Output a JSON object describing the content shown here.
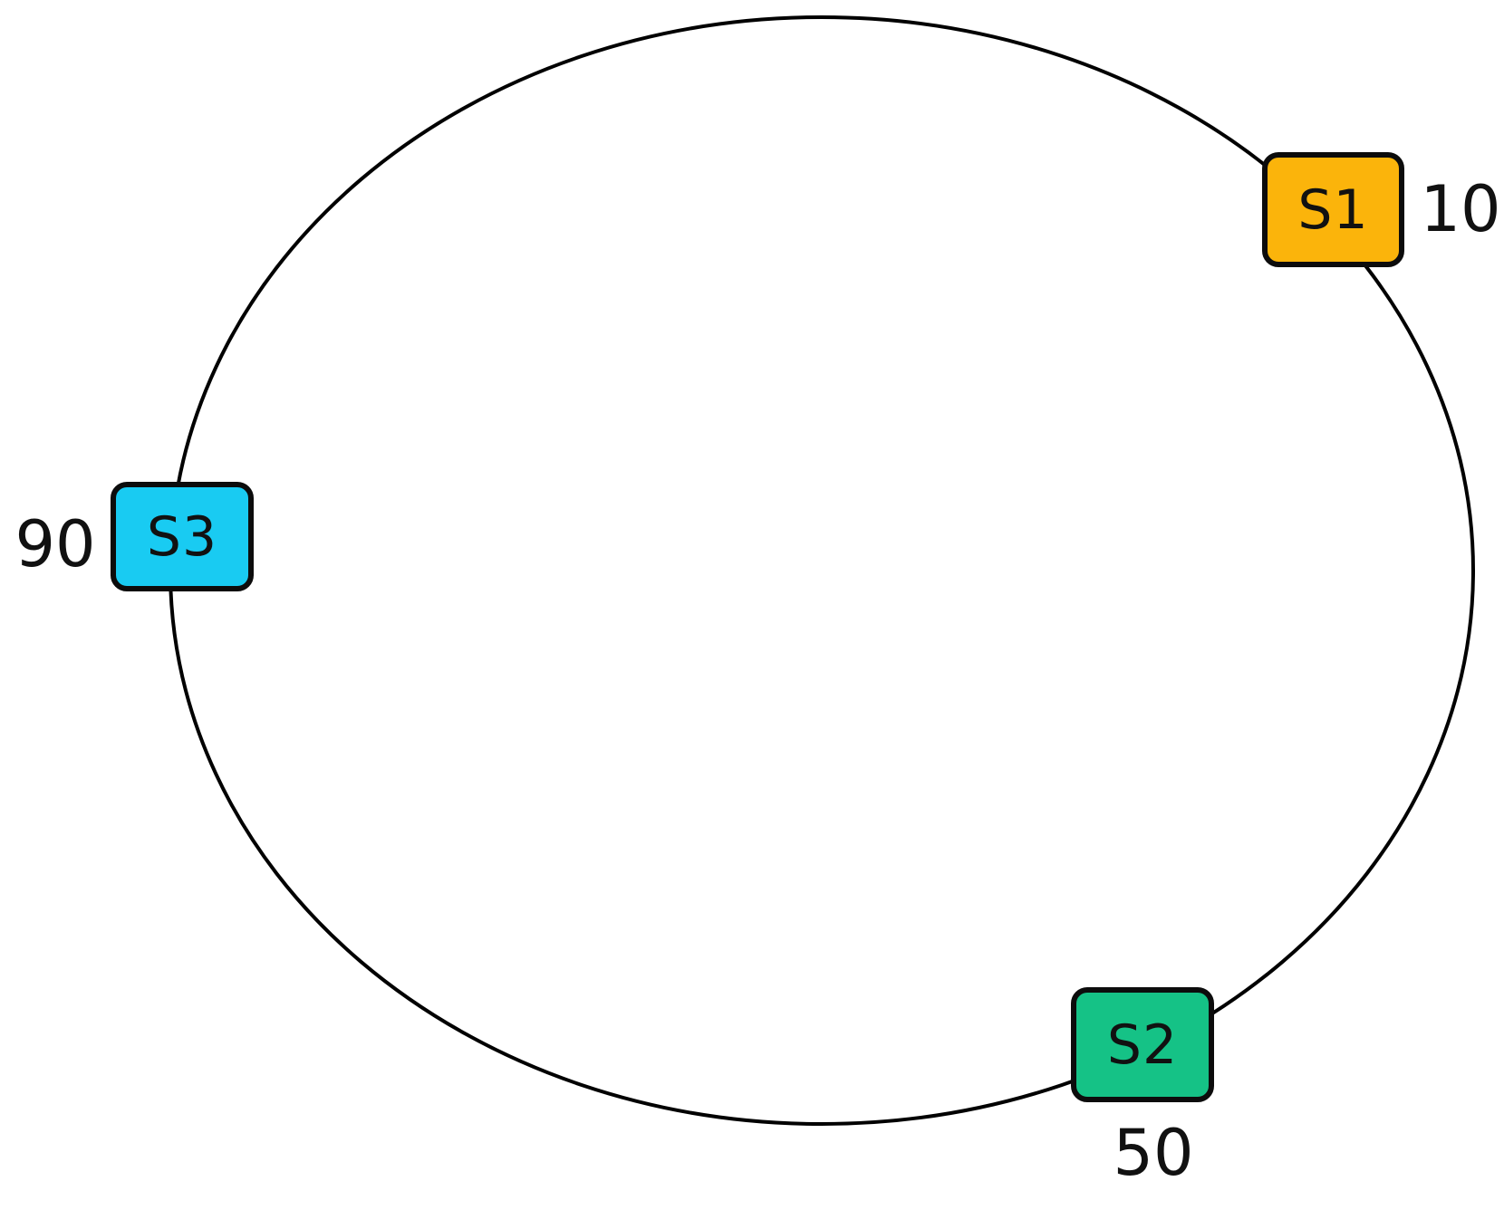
{
  "diagram": {
    "kind": "hash-ring",
    "ring": {
      "stroke_color": "#000000"
    },
    "nodes": [
      {
        "id": "s1",
        "label": "S1",
        "position_value": "10",
        "color": "#FBB40B"
      },
      {
        "id": "s2",
        "label": "S2",
        "position_value": "50",
        "color": "#15C286"
      },
      {
        "id": "s3",
        "label": "S3",
        "position_value": "90",
        "color": "#19CBF2"
      }
    ],
    "background_color": "#ffffff",
    "text_color": "#111111"
  }
}
